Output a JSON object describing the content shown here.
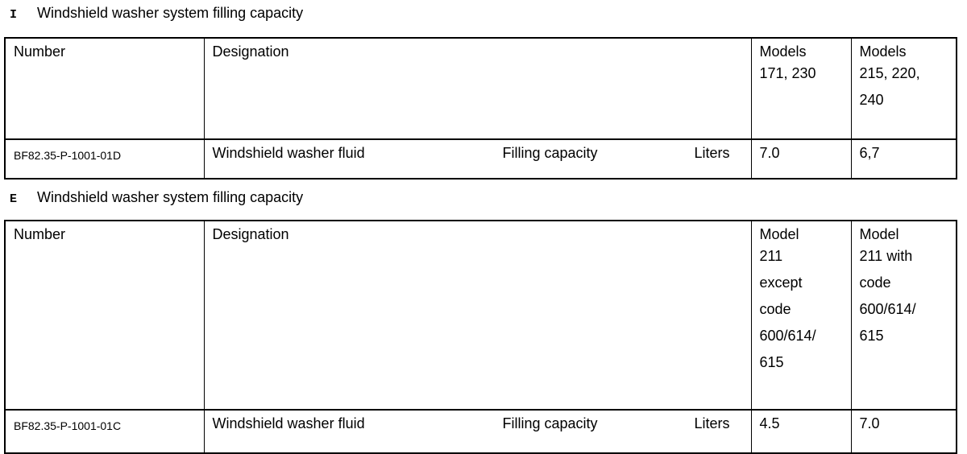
{
  "colors": {
    "background": "#ffffff",
    "text": "#000000",
    "border": "#000000"
  },
  "sections": [
    {
      "marker": "I",
      "title": "Windshield washer system filling capacity",
      "table": {
        "headers": {
          "number": "Number",
          "designation": "Designation",
          "col3_lines": [
            "Models",
            "171, 230"
          ],
          "col4_lines": [
            "Models",
            "215, 220,",
            "240"
          ]
        },
        "row": {
          "number": "BF82.35-P-1001-01D",
          "designation": "Windshield washer fluid",
          "attribute": "Filling capacity",
          "unit": "Liters",
          "col3_value": "7.0",
          "col4_value": "6,7"
        }
      }
    },
    {
      "marker": "E",
      "title": "Windshield washer system filling capacity",
      "table": {
        "headers": {
          "number": "Number",
          "designation": "Designation",
          "col3_lines": [
            "Model",
            "211",
            "except",
            "code",
            "600/614/",
            "615"
          ],
          "col4_lines": [
            "Model",
            "211 with",
            "code",
            "600/614/",
            "615"
          ]
        },
        "row": {
          "number": "BF82.35-P-1001-01C",
          "designation": "Windshield washer fluid",
          "attribute": "Filling capacity",
          "unit": "Liters",
          "col3_value": "4.5",
          "col4_value": "7.0"
        }
      }
    }
  ]
}
